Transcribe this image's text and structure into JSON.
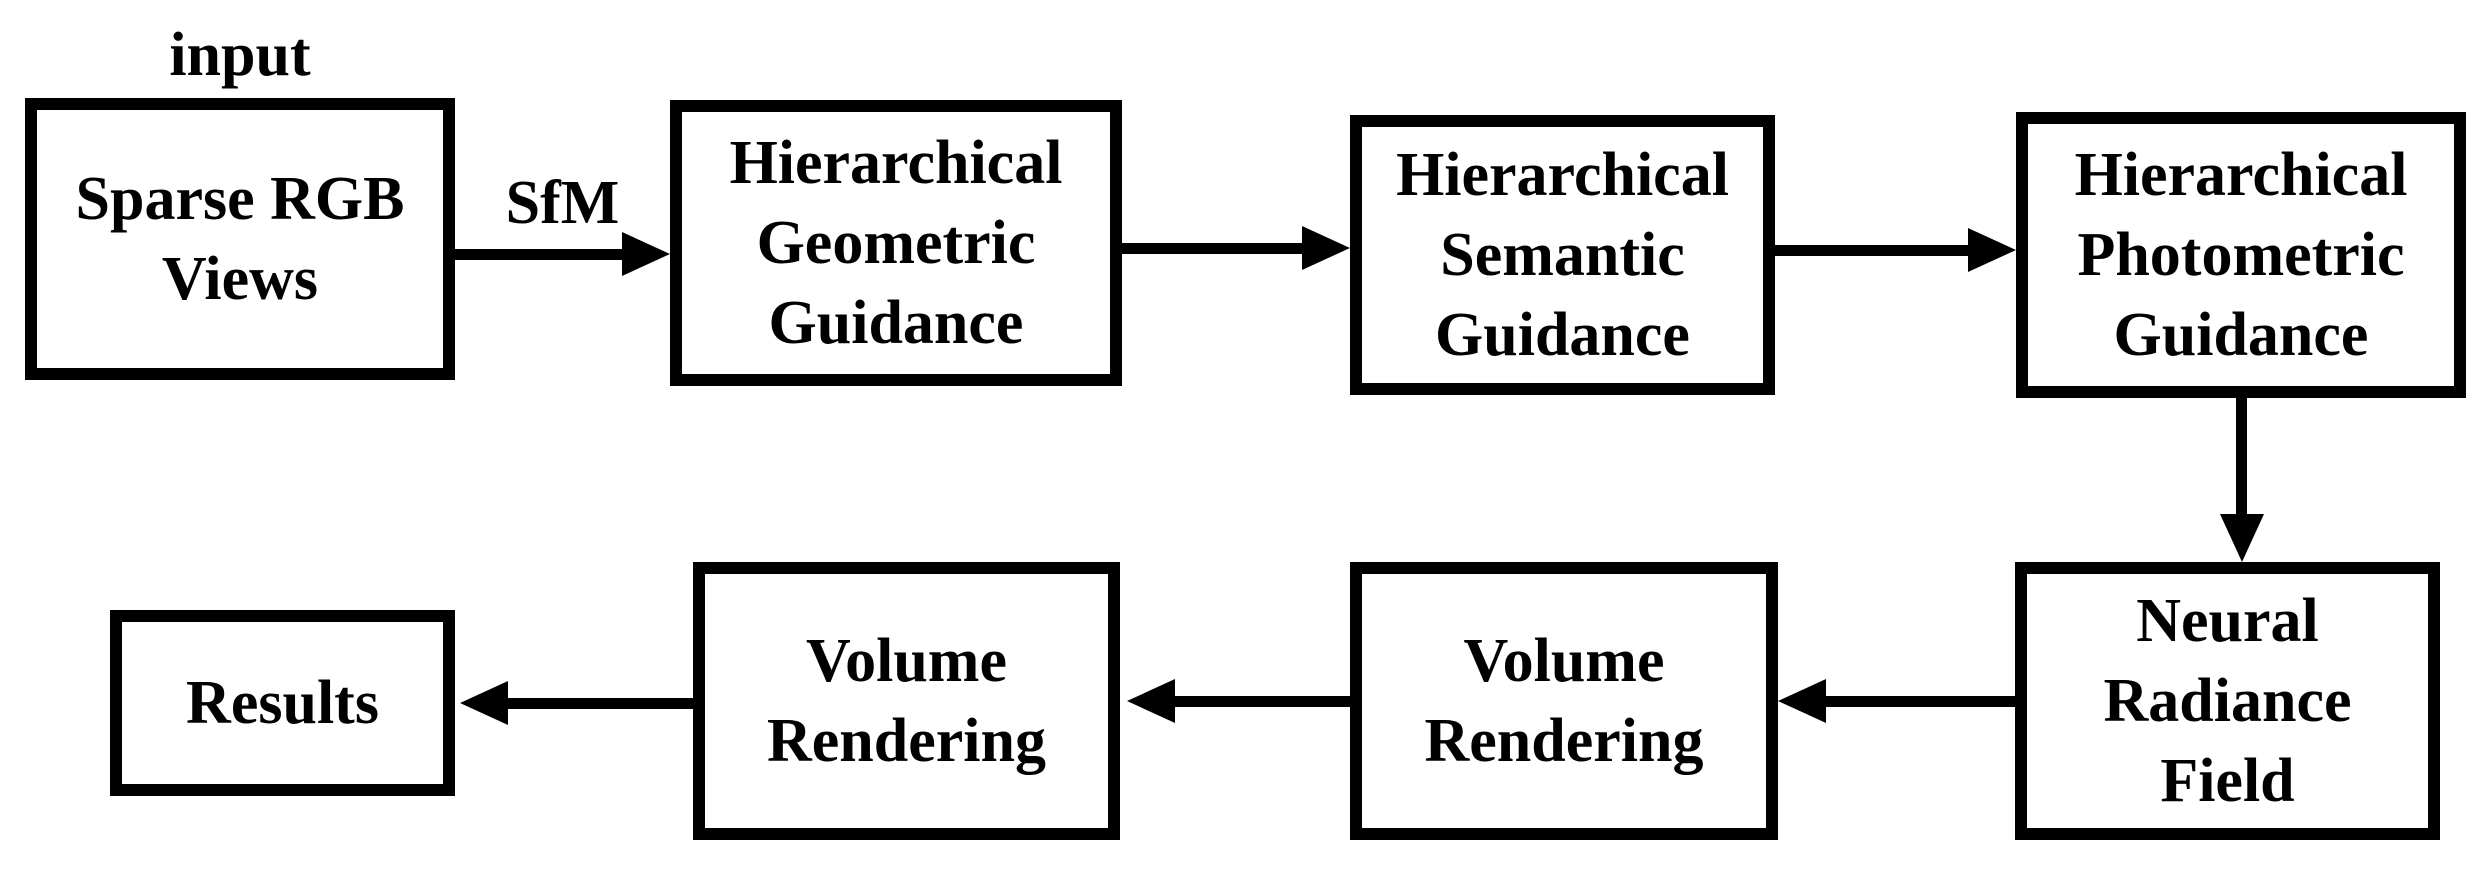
{
  "diagram": {
    "title": "Flowchart of sparse-view NeRF pipeline with hierarchical guidance",
    "background_color": "#ffffff",
    "stroke_color": "#000000",
    "input_label": "input",
    "nodes": [
      {
        "id": "sparse-rgb-views",
        "label": "Sparse RGB Views",
        "lines": [
          "Sparse RGB",
          "Views"
        ]
      },
      {
        "id": "hierarchical-geometric",
        "label": "Hierarchical Geometric Guidance",
        "lines": [
          "Hierarchical",
          "Geometric",
          "Guidance"
        ]
      },
      {
        "id": "hierarchical-semantic",
        "label": "Hierarchical Semantic Guidance",
        "lines": [
          "Hierarchical",
          "Semantic",
          "Guidance"
        ]
      },
      {
        "id": "hierarchical-photometric",
        "label": "Hierarchical Photometric Guidance",
        "lines": [
          "Hierarchical",
          "Photometric",
          "Guidance"
        ]
      },
      {
        "id": "neural-radiance-field",
        "label": "Neural Radiance Field",
        "lines": [
          "Neural",
          "Radiance",
          "Field"
        ]
      },
      {
        "id": "volume-rendering-right",
        "label": "Volume Rendering",
        "lines": [
          "Volume",
          "Rendering"
        ]
      },
      {
        "id": "volume-rendering-left",
        "label": "Volume Rendering",
        "lines": [
          "Volume",
          "Rendering"
        ]
      },
      {
        "id": "results",
        "label": "Results",
        "lines": [
          "Results"
        ]
      }
    ],
    "edges": [
      {
        "from": "sparse-rgb-views",
        "to": "hierarchical-geometric",
        "label": "SfM",
        "direction": "right"
      },
      {
        "from": "hierarchical-geometric",
        "to": "hierarchical-semantic",
        "label": "",
        "direction": "right"
      },
      {
        "from": "hierarchical-semantic",
        "to": "hierarchical-photometric",
        "label": "",
        "direction": "right"
      },
      {
        "from": "hierarchical-photometric",
        "to": "neural-radiance-field",
        "label": "",
        "direction": "down"
      },
      {
        "from": "neural-radiance-field",
        "to": "volume-rendering-right",
        "label": "",
        "direction": "left"
      },
      {
        "from": "volume-rendering-right",
        "to": "volume-rendering-left",
        "label": "",
        "direction": "left"
      },
      {
        "from": "volume-rendering-left",
        "to": "results",
        "label": "",
        "direction": "left"
      }
    ]
  }
}
